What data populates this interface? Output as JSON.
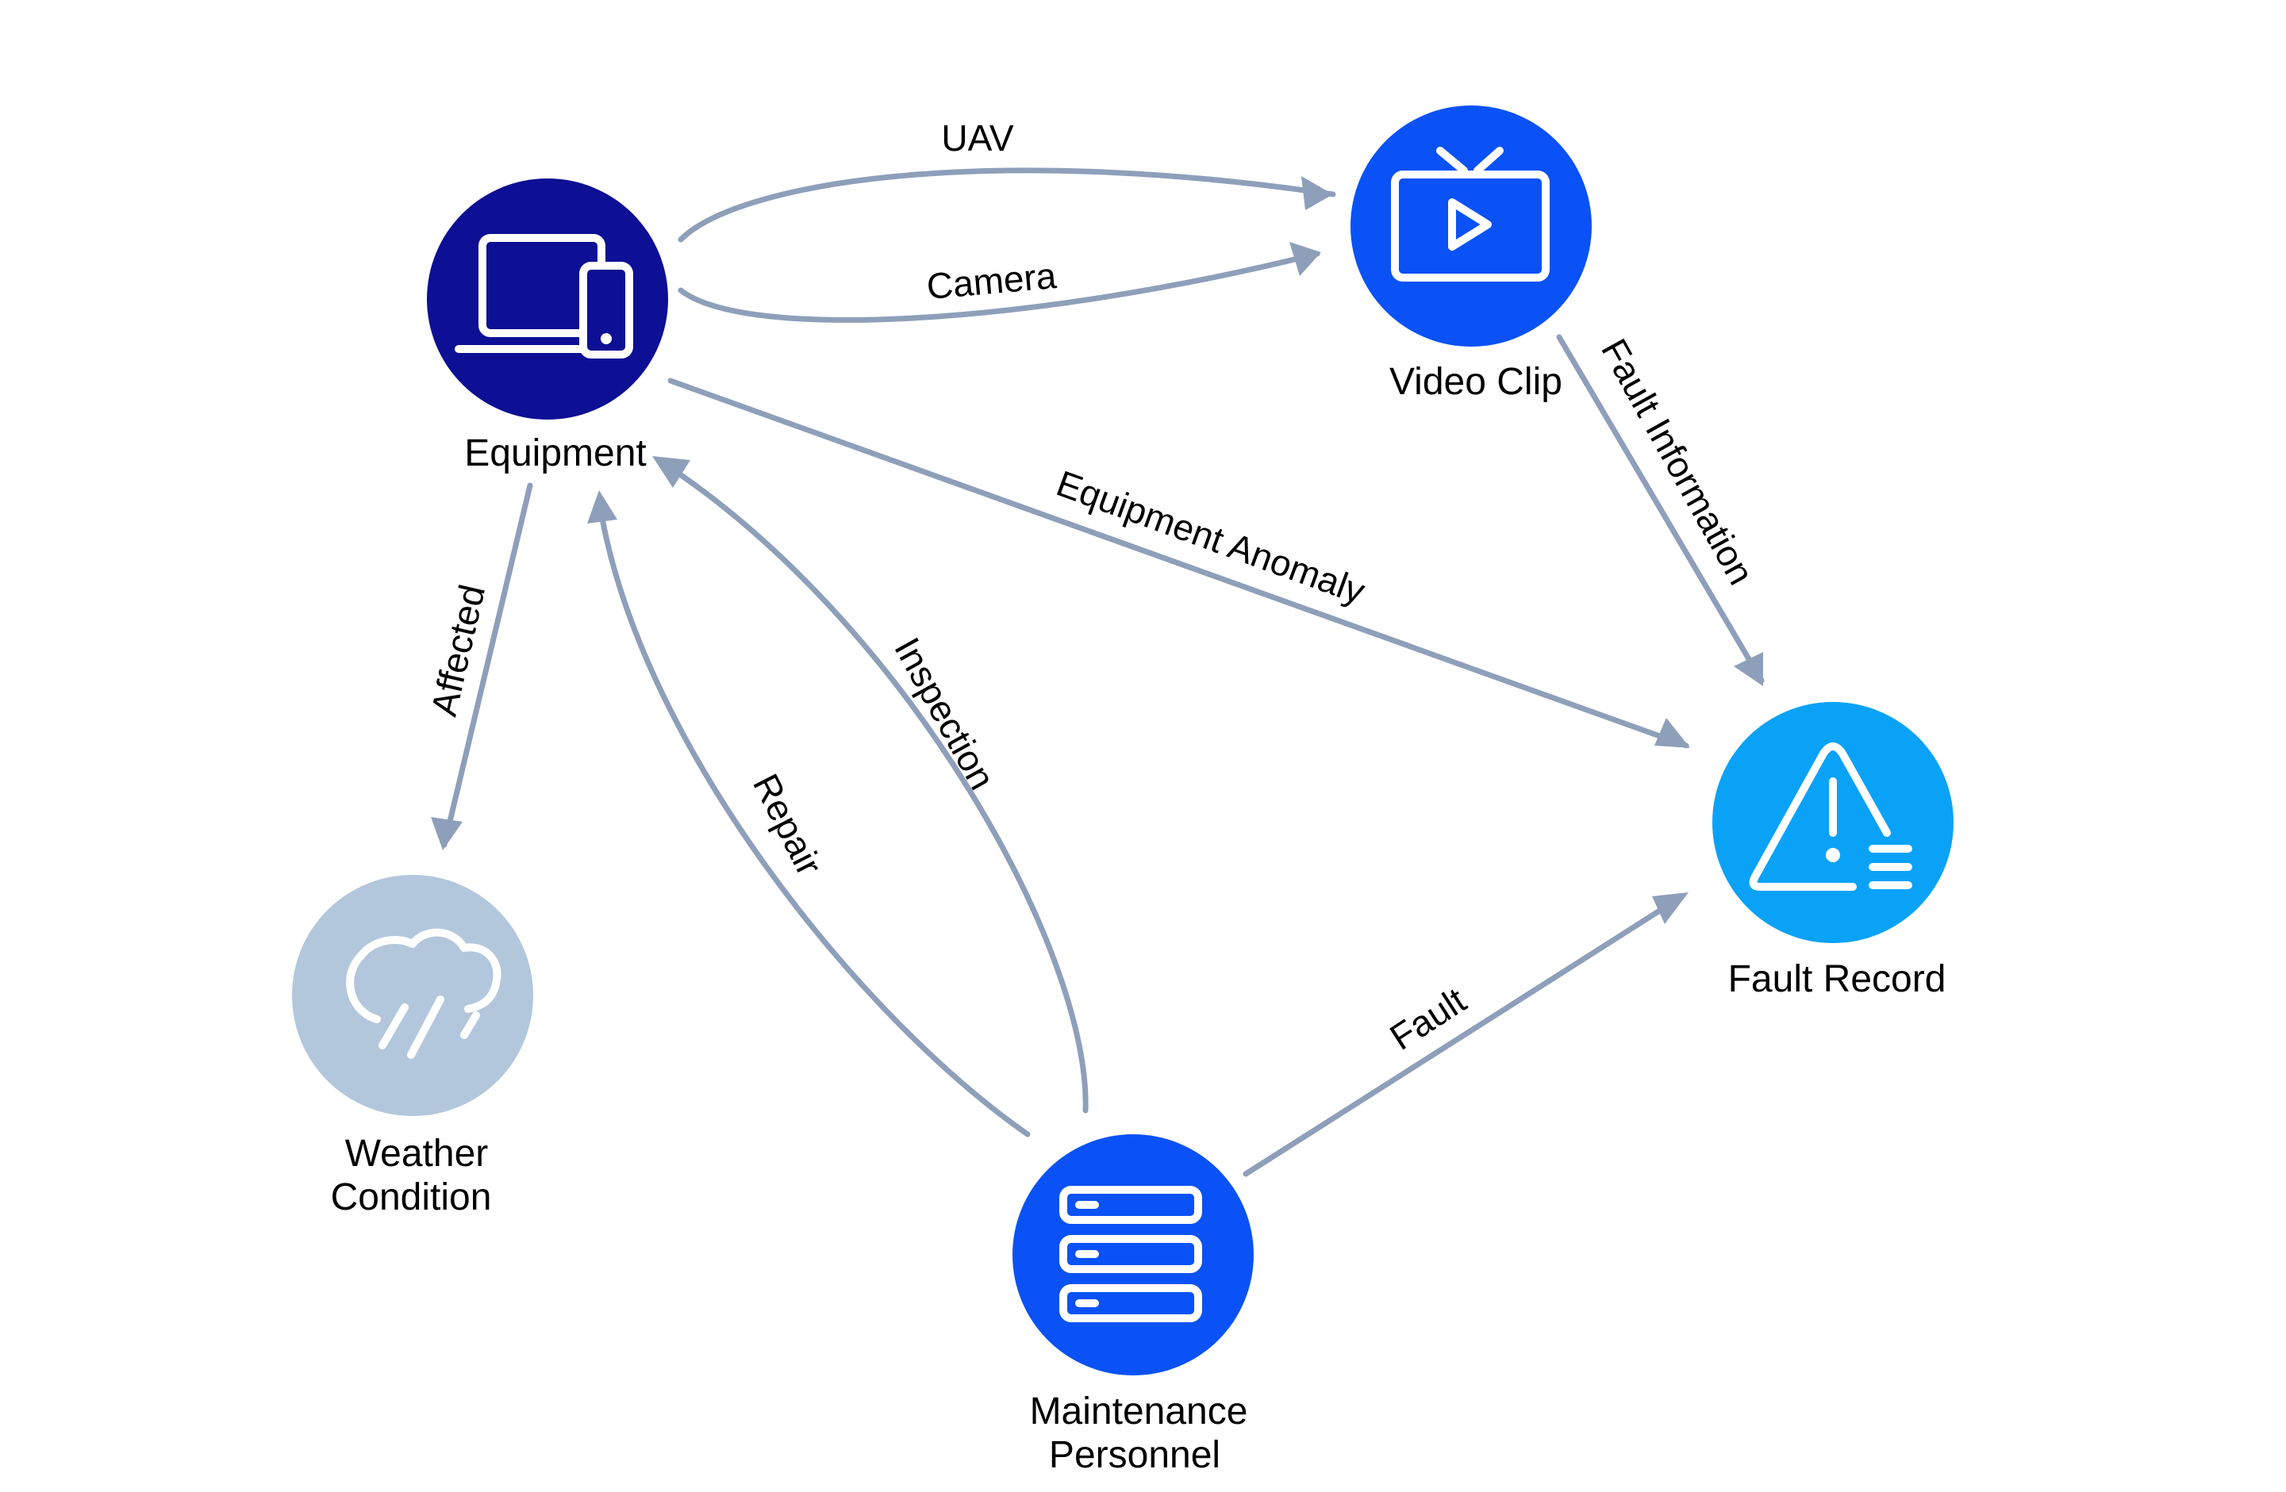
{
  "colors": {
    "edge": "#8e9fba",
    "equipment": "#0d0f94",
    "video_clip": "#0a52f5",
    "fault_record": "#0aa2f7",
    "maintenance": "#0a52f5",
    "weather": "#b3c7dc",
    "icon": "#ffffff"
  },
  "nodes": {
    "equipment": {
      "label": "Equipment",
      "icon": "laptop-phone-icon"
    },
    "video_clip": {
      "label": "Video Clip",
      "icon": "tv-play-icon"
    },
    "fault_record": {
      "label": "Fault Record",
      "icon": "warning-list-icon"
    },
    "weather": {
      "label_line1": "Weather",
      "label_line2": "Condition",
      "icon": "rain-cloud-icon"
    },
    "maintenance": {
      "label_line1": "Maintenance",
      "label_line2": "Personnel",
      "icon": "server-stack-icon"
    }
  },
  "edges": {
    "uav": "UAV",
    "camera": "Camera",
    "equipment_anomaly": "Equipment Anomaly",
    "fault_information": "Fault Information",
    "affected": "Affected",
    "inspection": "Inspection",
    "repair": "Repair",
    "fault": "Fault"
  }
}
